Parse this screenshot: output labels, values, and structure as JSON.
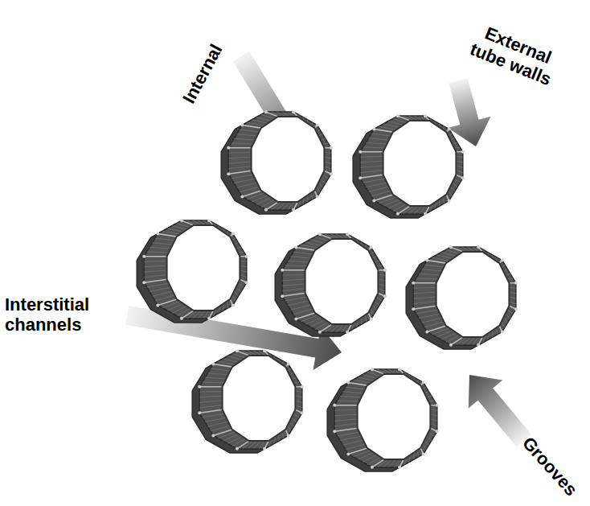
{
  "diagram": {
    "labels": [
      "Internal",
      "External tube walls",
      "Interstitial channels",
      "Grooves"
    ]
  }
}
